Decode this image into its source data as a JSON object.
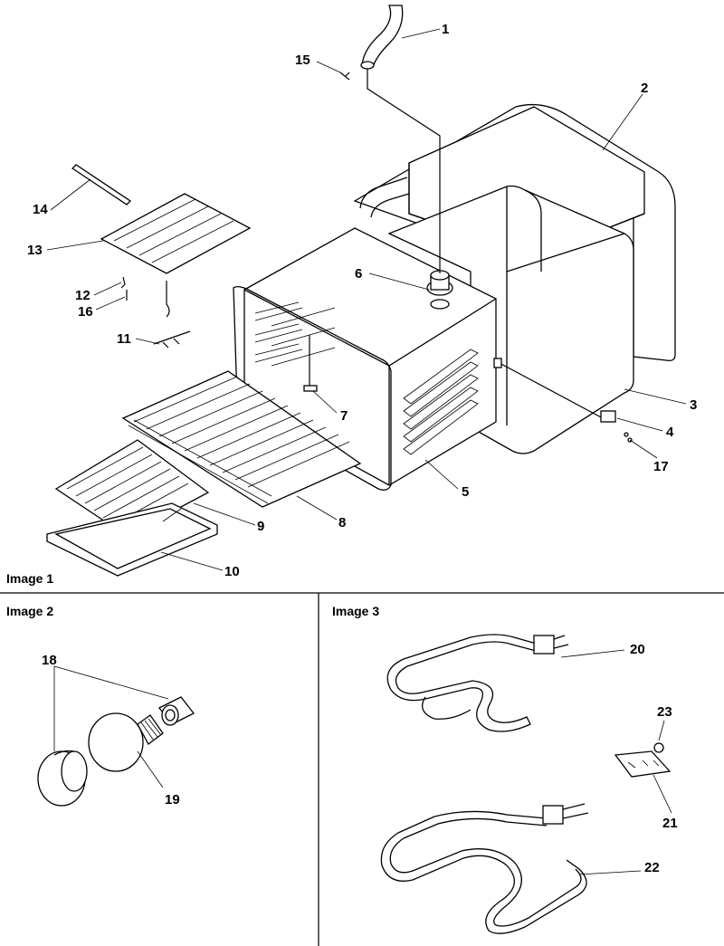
{
  "sections": [
    {
      "id": "image1",
      "title": "Image 1"
    },
    {
      "id": "image2",
      "title": "Image 2"
    },
    {
      "id": "image3",
      "title": "Image 3"
    }
  ],
  "callouts": [
    {
      "num": "1",
      "section": "image1"
    },
    {
      "num": "2",
      "section": "image1"
    },
    {
      "num": "3",
      "section": "image1"
    },
    {
      "num": "4",
      "section": "image1"
    },
    {
      "num": "5",
      "section": "image1"
    },
    {
      "num": "6",
      "section": "image1"
    },
    {
      "num": "7",
      "section": "image1"
    },
    {
      "num": "8",
      "section": "image1"
    },
    {
      "num": "9",
      "section": "image1"
    },
    {
      "num": "10",
      "section": "image1"
    },
    {
      "num": "11",
      "section": "image1"
    },
    {
      "num": "12",
      "section": "image1"
    },
    {
      "num": "13",
      "section": "image1"
    },
    {
      "num": "14",
      "section": "image1"
    },
    {
      "num": "15",
      "section": "image1"
    },
    {
      "num": "16",
      "section": "image1"
    },
    {
      "num": "17",
      "section": "image1"
    },
    {
      "num": "18",
      "section": "image2"
    },
    {
      "num": "19",
      "section": "image2"
    },
    {
      "num": "20",
      "section": "image3"
    },
    {
      "num": "21",
      "section": "image3"
    },
    {
      "num": "22",
      "section": "image3"
    },
    {
      "num": "23",
      "section": "image3"
    }
  ]
}
